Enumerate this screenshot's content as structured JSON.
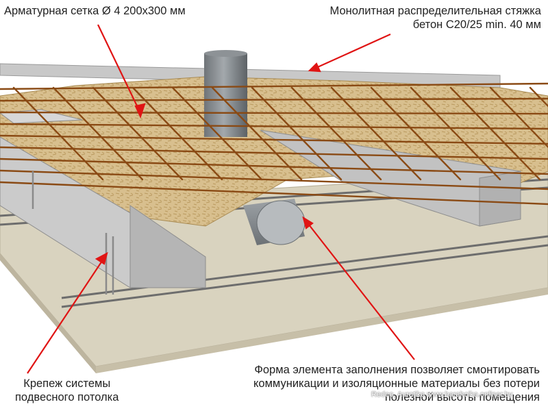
{
  "labels": {
    "mesh": "Арматурная сетка Ø 4 200х300 мм",
    "screed_line1": "Монолитная распределительная стяжка",
    "screed_line2": "бетон C20/25  min. 40 мм",
    "hanger_line1": "Крепеж системы",
    "hanger_line2": "подвесного потолка",
    "form_line1": "Форма элемента заполнения позволяет смонтировать",
    "form_line2": "коммуникации и изоляционные материалы без потери",
    "form_line3": "полезной высоты помещения"
  },
  "source_watermark": "Redeo, Aurotika www.baraholka.onliner.by",
  "colors": {
    "pointer": "#e01414",
    "concrete": "#c9c9c9",
    "osb": "#d8bf8e",
    "rebar": "#8a4a14",
    "ceiling_board": "#d9d3bf"
  }
}
